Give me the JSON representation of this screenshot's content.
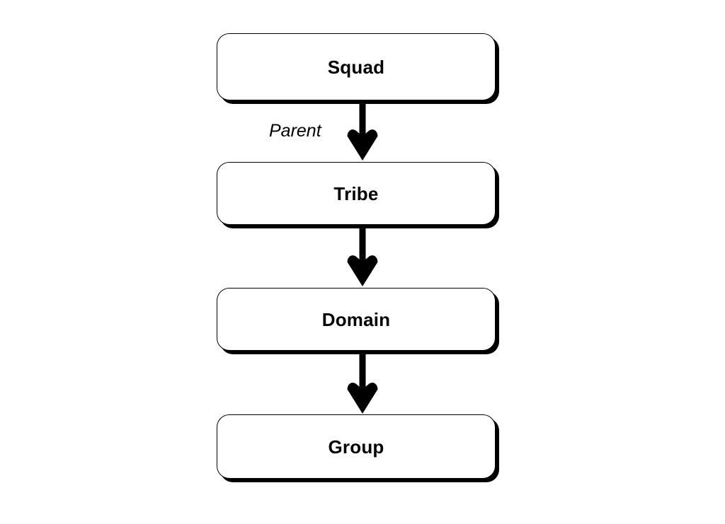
{
  "diagram": {
    "type": "flowchart",
    "orientation": "top-to-bottom",
    "background_color": "#ffffff",
    "node_fill_color": "#ffffff",
    "node_border_color": "#000000",
    "node_shadow_color": "#000000",
    "edge_color": "#000000",
    "label_color": "#000000",
    "nodes": [
      {
        "id": "squad",
        "label": "Squad"
      },
      {
        "id": "tribe",
        "label": "Tribe"
      },
      {
        "id": "domain",
        "label": "Domain"
      },
      {
        "id": "group",
        "label": "Group"
      }
    ],
    "edges": [
      {
        "id": "squad-to-tribe",
        "from": "squad",
        "to": "tribe",
        "label": "Parent",
        "arrowhead": "concave-barbed"
      },
      {
        "id": "tribe-to-domain",
        "from": "tribe",
        "to": "domain",
        "label": "",
        "arrowhead": "concave-barbed"
      },
      {
        "id": "domain-to-group",
        "from": "domain",
        "to": "group",
        "label": "",
        "arrowhead": "concave-barbed"
      }
    ]
  }
}
